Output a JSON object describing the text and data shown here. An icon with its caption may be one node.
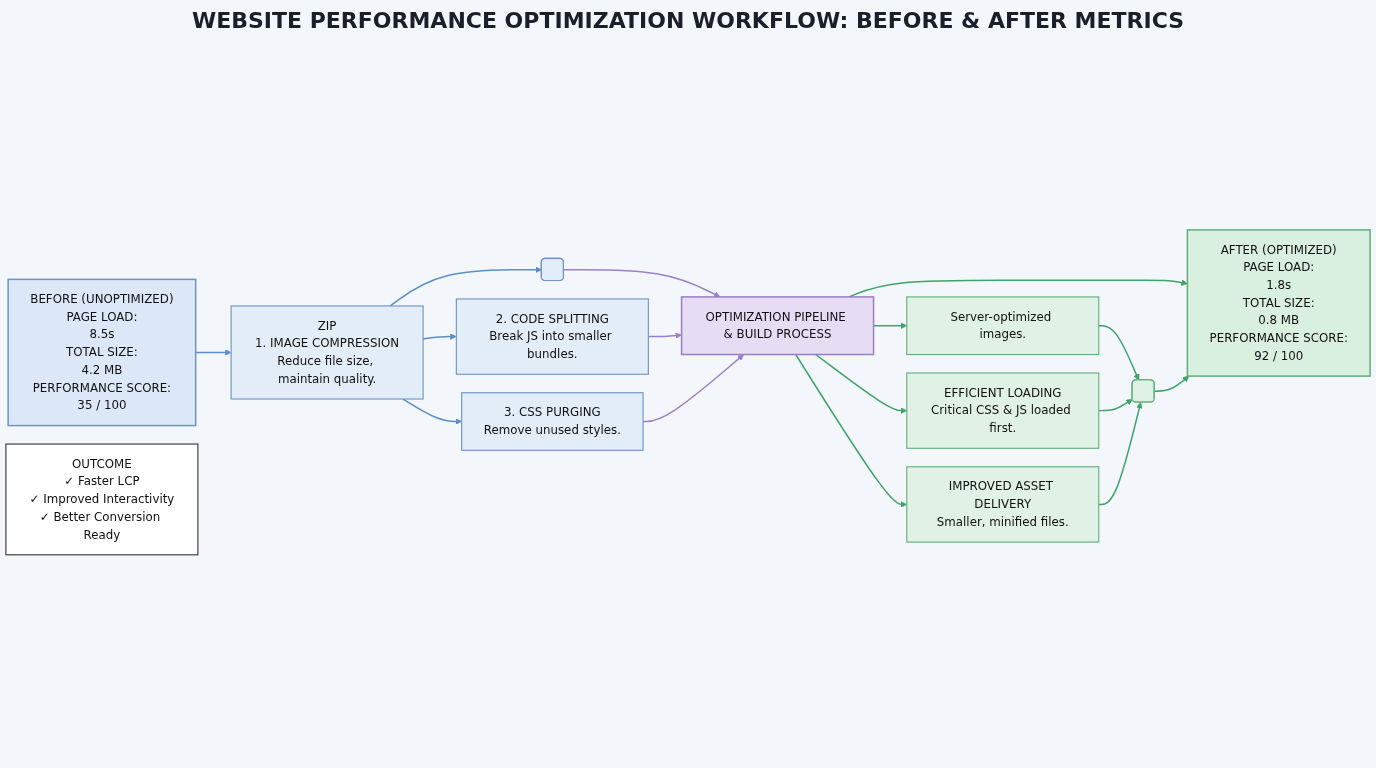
{
  "diagram": {
    "title": "WEBSITE PERFORMANCE OPTIMIZATION WORKFLOW: BEFORE & AFTER METRICS",
    "nodes": [
      {
        "text": [
          "BEFORE (UNOPTIMIZED)",
          "PAGE LOAD:",
          "8.5s",
          "TOTAL SIZE:",
          "4.2 MB",
          "PERFORMANCE SCORE:",
          "35 / 100"
        ]
      },
      {
        "text": [
          "ZIP",
          "1. IMAGE COMPRESSION",
          "Reduce file size, maintain quality."
        ]
      },
      {
        "text": [],
        "shape": "box"
      },
      {
        "text": [
          "2. CODE SPLITTING",
          "Break JS into smaller bundles."
        ]
      },
      {
        "text": [
          "3. CSS PURGING",
          "Remove unused styles."
        ]
      },
      {
        "text": [
          "OPTIMIZATION PIPELINE & BUILD PROCESS"
        ]
      },
      {
        "text": [
          "Server-optimized images."
        ]
      },
      {
        "text": [
          "EFFICIENT LOADING",
          "Critical CSS & JS loaded first."
        ]
      },
      {
        "text": [
          "IMPROVED ASSET DELIVERY",
          "Smaller, minified files."
        ]
      },
      {
        "text": [],
        "shape": "box"
      },
      {
        "text": [
          "AFTER (OPTIMIZED)",
          "PAGE LOAD:",
          "1.8s",
          "TOTAL SIZE:",
          "0.8 MB",
          "PERFORMANCE SCORE:",
          "92 / 100"
        ]
      },
      {
        "text": [
          "OUTCOME",
          "✓ Faster LCP",
          "✓ Improved Interactivity",
          "✓ Better Conversion Ready"
        ]
      }
    ],
    "edges": [
      {
        "from": 0,
        "to": 1,
        "arrow": "to",
        "color": "#5b8fc9"
      },
      {
        "from": 1,
        "to": 2,
        "arrow": "to",
        "color": "#5b8fc9"
      },
      {
        "from": 1,
        "to": 3,
        "arrow": "to",
        "color": "#5b8fc9"
      },
      {
        "from": 1,
        "to": 4,
        "arrow": "to",
        "color": "#5b8fc9"
      },
      {
        "from": 2,
        "to": 5,
        "arrow": "to",
        "color": "#9b7fcf"
      },
      {
        "from": 3,
        "to": 5,
        "arrow": "to",
        "color": "#9b7fcf"
      },
      {
        "from": 4,
        "to": 5,
        "arrow": "to",
        "color": "#9b7fcf"
      },
      {
        "from": 5,
        "to": 10,
        "arrow": "to"
      },
      {
        "from": 5,
        "to": 6,
        "arrow": "to"
      },
      {
        "from": 5,
        "to": 7,
        "arrow": "to"
      },
      {
        "from": 5,
        "to": 8,
        "arrow": "to"
      },
      {
        "from": 6,
        "to": 9,
        "arrow": "to"
      },
      {
        "from": 7,
        "to": 9,
        "arrow": "to"
      },
      {
        "from": 8,
        "to": 9,
        "arrow": "to"
      },
      {
        "from": 9,
        "to": 10,
        "arrow": "to"
      }
    ]
  }
}
